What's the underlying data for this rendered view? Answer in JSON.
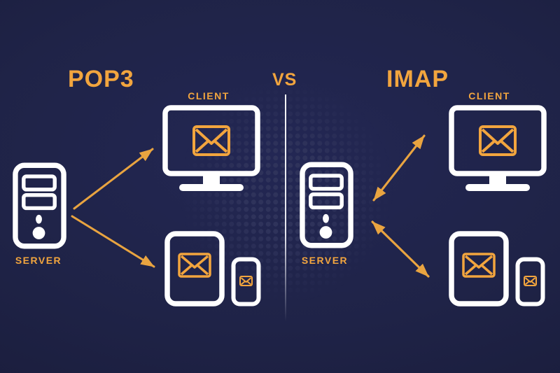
{
  "header": {
    "left_title": "POP3",
    "vs": "VS",
    "right_title": "IMAP"
  },
  "left": {
    "protocol": "POP3",
    "server_label": "SERVER",
    "client_label": "CLIENT",
    "arrow_style": "one-way, server to clients"
  },
  "right": {
    "protocol": "IMAP",
    "server_label": "SERVER",
    "client_label": "CLIENT",
    "arrow_style": "two-way, server and clients"
  },
  "icons": {
    "server": "server-tower-icon",
    "desktop": "desktop-monitor-icon",
    "tablet": "tablet-icon",
    "phone": "smartphone-icon",
    "email": "email-envelope-icon",
    "arrow": "arrow-connector"
  },
  "colors": {
    "background": "#1F2347",
    "accent_orange": "#F2A53E",
    "arrow": "#E9A440",
    "icon_white": "#FFFFFF",
    "dots": "#30345C"
  }
}
